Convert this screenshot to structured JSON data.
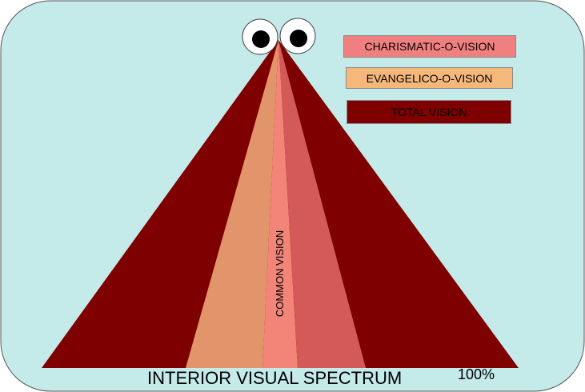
{
  "legend": [
    {
      "label": "CHARISMATIC-O-VISION",
      "color": "#f08080",
      "text_color": "#000000"
    },
    {
      "label": "EVANGELICO-O-VISION",
      "color": "#f5b87a",
      "text_color": "#000000"
    },
    {
      "label": "TOTAL VISION",
      "color": "#7f0000",
      "text_color": "#000000"
    }
  ],
  "triangle": {
    "center_label": "COMMON VISION",
    "colors": {
      "outer": "#7f0000",
      "left_band": "#e2956a",
      "center_band": "#f28478",
      "right_band": "#d45a5a"
    }
  },
  "bottom_title": "INTERIOR VISUAL SPECTRUM",
  "percent_label": "100%",
  "background_color": "#c4eaea"
}
